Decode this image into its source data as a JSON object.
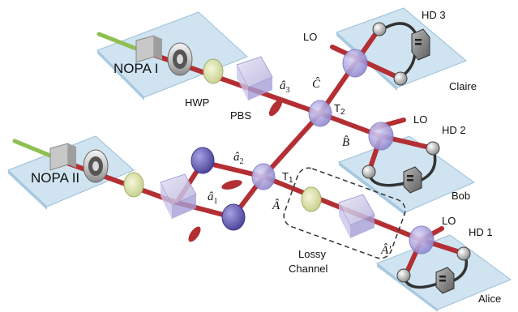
{
  "labels": {
    "nopa1": "NOPA I",
    "nopa2": "NOPA II",
    "hwp": "HWP",
    "pbs": "PBS",
    "a3": "â",
    "a3_sub": "3",
    "a2": "â",
    "a2_sub": "2",
    "a1": "â",
    "a1_sub": "1",
    "c_hat": "Ĉ",
    "b_hat": "B̂",
    "a_hat": "Â",
    "a_prime": "Â′",
    "t1": "T",
    "t1_sub": "1",
    "t2": "T",
    "t2_sub": "2",
    "lo_claire": "LO",
    "lo_bob": "LO",
    "lo_alice": "LO",
    "hd3": "HD 3",
    "hd2": "HD 2",
    "hd1": "HD 1",
    "claire": "Claire",
    "bob": "Bob",
    "alice": "Alice",
    "lossy": "Lossy",
    "channel": "Channel"
  },
  "colors": {
    "beam": "#b32f34",
    "pump": "#8fbf52",
    "plate": "#cfe3f0",
    "splitter": "#9a93d8",
    "mirror": "#6f67c0"
  }
}
